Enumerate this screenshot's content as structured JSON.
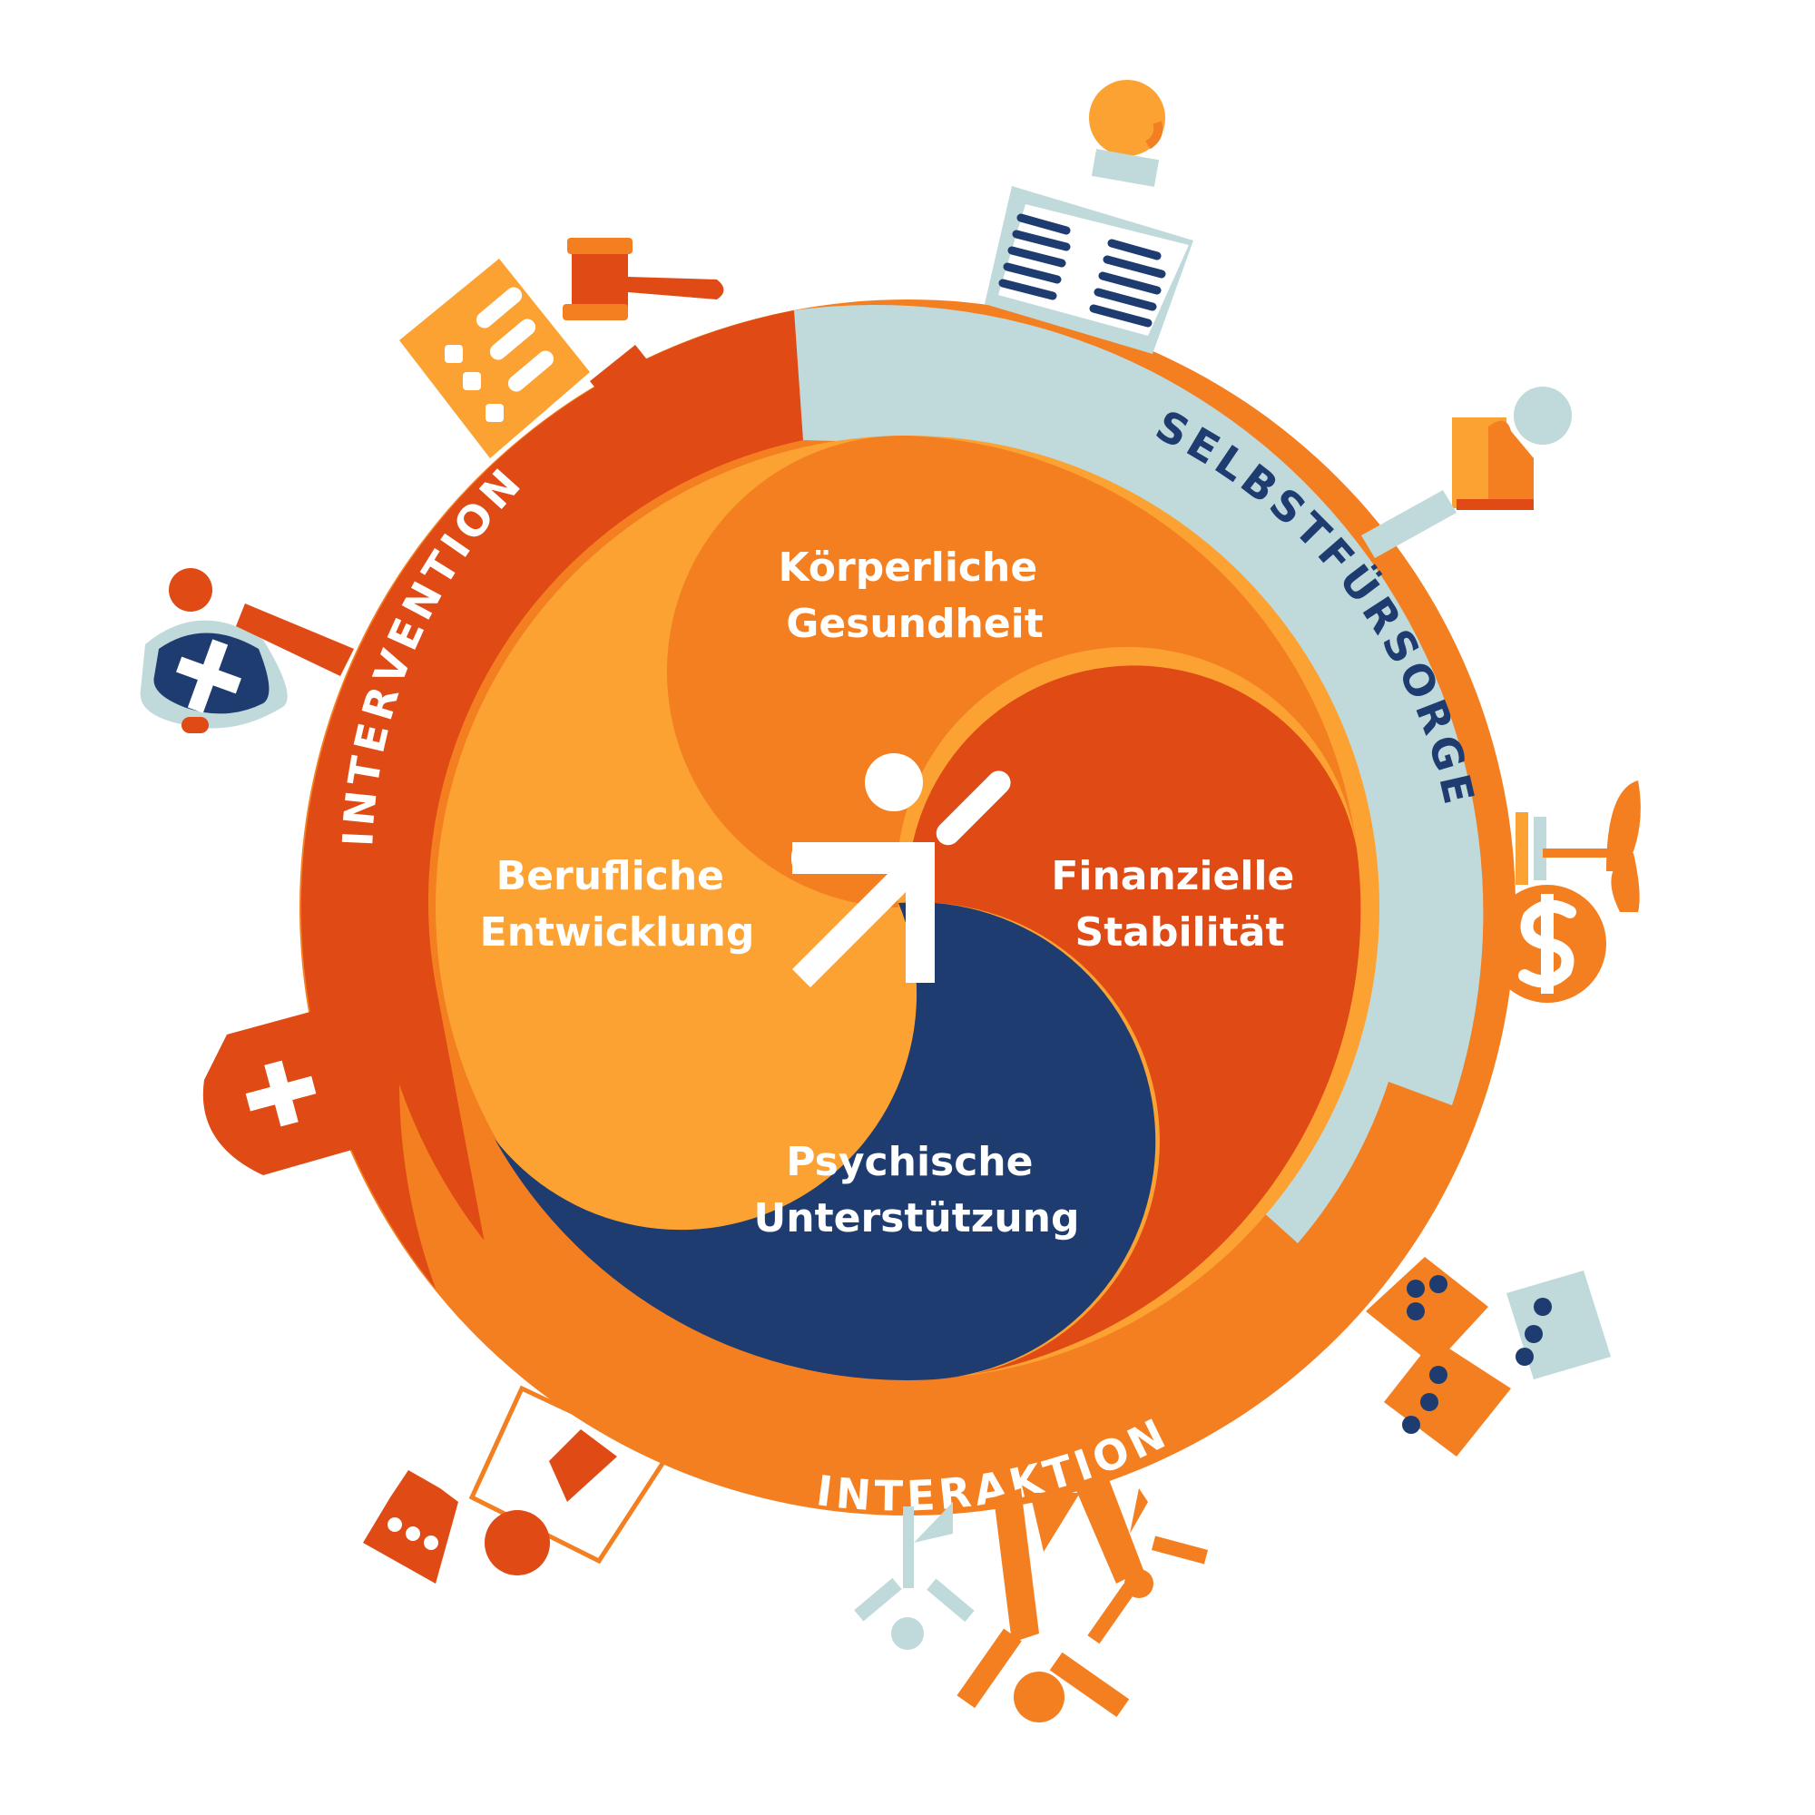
{
  "segments": {
    "koerperliche": {
      "line1": "Körperliche",
      "line2": "Gesundheit"
    },
    "berufliche": {
      "line1": "Berufliche",
      "line2": "Entwicklung"
    },
    "finanzielle": {
      "line1": "Finanzielle",
      "line2": "Stabilität"
    },
    "psychische": {
      "line1": "Psychische",
      "line2": "Unterstützung"
    }
  },
  "ring": {
    "intervention": "INTERVENTION",
    "selbstfuersorge": "SELBSTFÜRSORGE",
    "interaktion": "INTERAKTION"
  },
  "colors": {
    "dark_orange": "#E04A14",
    "orange": "#F37F21",
    "light_orange": "#FBA232",
    "navy": "#1E3C70",
    "light_blue": "#C0D9DA",
    "white": "#FFFFFF"
  },
  "icons": [
    "lightbulb-icon",
    "document-icon",
    "calculator-icon",
    "gavel-icon",
    "shield-cross-icon",
    "heart-hand-icon",
    "medical-cross-icon",
    "coin-dollar-icon",
    "plant-icon",
    "chat-bubbles-icon",
    "people-group-icon",
    "presentation-icon",
    "person-arrow-icon"
  ]
}
